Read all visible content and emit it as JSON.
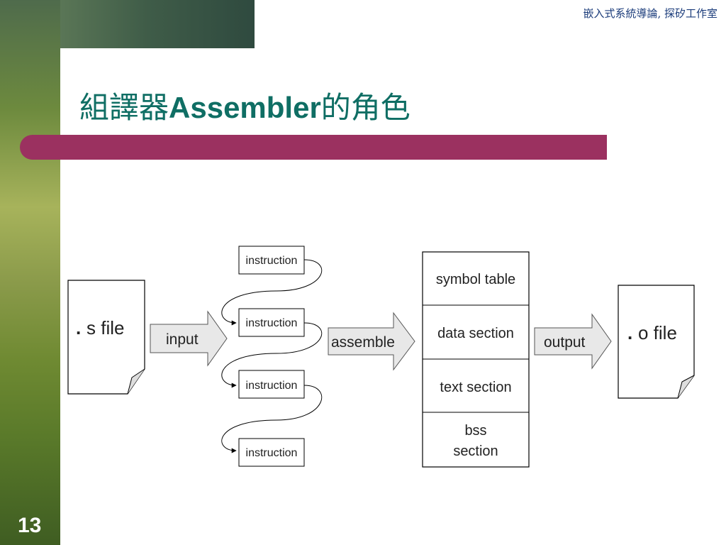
{
  "header": {
    "course_title": "嵌入式系統導論, 探矽工作室"
  },
  "slide": {
    "title_cjk_prefix": "組譯器",
    "title_latin": "Assembler",
    "title_cjk_suffix": "的角色",
    "number": "13"
  },
  "diagram": {
    "source_file": {
      "dot": ".",
      "label": "s file"
    },
    "input_arrow": "input",
    "instructions": [
      "instruction",
      "instruction",
      "instruction",
      "instruction"
    ],
    "assemble_arrow": "assemble",
    "sections": [
      {
        "lines": [
          "symbol table"
        ]
      },
      {
        "lines": [
          "data section"
        ]
      },
      {
        "lines": [
          "text section"
        ]
      },
      {
        "lines": [
          "bss",
          "section"
        ]
      }
    ],
    "output_arrow": "output",
    "object_file": {
      "dot": ".",
      "label": "o file"
    }
  }
}
